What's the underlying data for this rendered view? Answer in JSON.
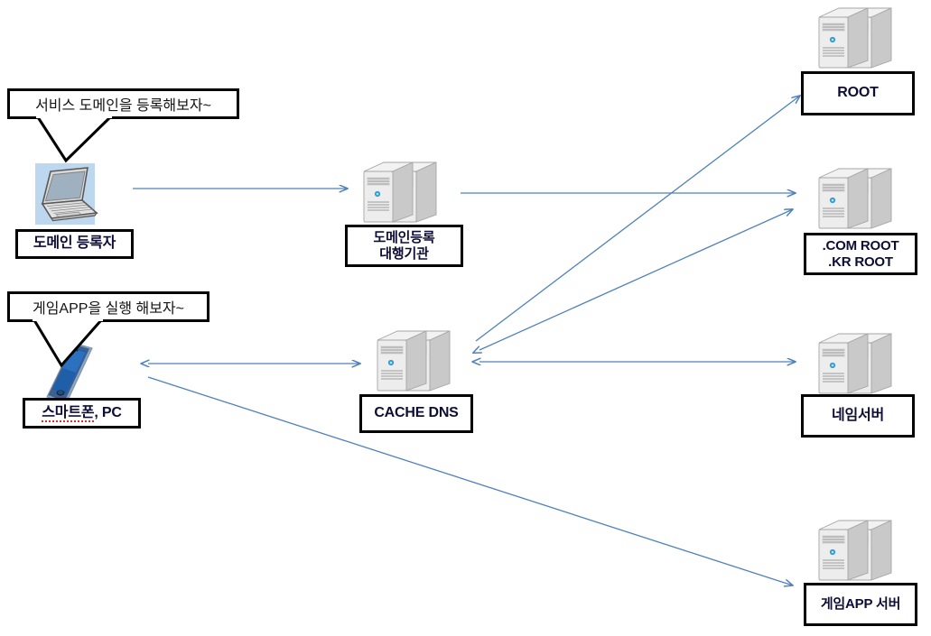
{
  "diagram": {
    "title": "DNS domain registration and resolution flow",
    "colors": {
      "arrow": "#4f81bd",
      "box_border": "#000000",
      "label_text": "#0d0d35",
      "callout_text": "#141414",
      "laptop_bg": "#bdd7ee",
      "server_body": "#e8e8e8",
      "server_led": "#2e9bd6",
      "phone_screen": "#1f5fa9",
      "spellcheck_underline": "#e03020"
    },
    "callouts": [
      {
        "id": "callout-domain-registrant",
        "text": "서비스 도메인을 등록해보자~",
        "points_to": "domain-registrant"
      },
      {
        "id": "callout-game-app",
        "text": "게임APP을 실행 해보자~",
        "points_to": "smartphone-pc"
      }
    ],
    "nodes": [
      {
        "id": "domain-registrant",
        "icon": "laptop-icon",
        "lines": [
          "도메인 등록자"
        ],
        "font_size": 16
      },
      {
        "id": "smartphone-pc",
        "icon": "smartphone-icon",
        "lines": [
          "스마트폰, PC"
        ],
        "spellcheck_part": "스마트폰",
        "font_size": 16
      },
      {
        "id": "domain-registrar",
        "icon": "server-icon",
        "lines": [
          "도메인등록",
          "대행기관"
        ],
        "font_size": 15
      },
      {
        "id": "cache-dns",
        "icon": "server-icon",
        "lines": [
          "CACHE DNS"
        ],
        "font_size": 16
      },
      {
        "id": "root",
        "icon": "server-icon",
        "lines": [
          "ROOT"
        ],
        "font_size": 16
      },
      {
        "id": "com-kr-root",
        "icon": "server-icon",
        "lines": [
          ".COM ROOT",
          ".KR ROOT"
        ],
        "font_size": 15
      },
      {
        "id": "name-server",
        "icon": "server-icon",
        "lines": [
          "네임서버"
        ],
        "font_size": 16
      },
      {
        "id": "game-app-server",
        "icon": "server-icon",
        "lines": [
          "게임APP 서버"
        ],
        "font_size": 15
      }
    ],
    "connections": [
      {
        "id": "edge-registrant-to-registrar",
        "from": "domain-registrant",
        "to": "domain-registrar",
        "style": "single-arrow"
      },
      {
        "id": "edge-registrar-to-comkrroot",
        "from": "domain-registrar",
        "to": "com-kr-root",
        "style": "single-arrow"
      },
      {
        "id": "edge-phone-to-cachedns",
        "from": "smartphone-pc",
        "to": "cache-dns",
        "style": "double-arrow"
      },
      {
        "id": "edge-cachedns-to-nameserver",
        "from": "cache-dns",
        "to": "name-server",
        "style": "double-arrow"
      },
      {
        "id": "edge-cachedns-to-root",
        "from": "cache-dns",
        "to": "root",
        "style": "single-arrow"
      },
      {
        "id": "edge-comkrroot-to-cachedns",
        "from": "com-kr-root",
        "to": "cache-dns",
        "style": "single-arrow"
      },
      {
        "id": "edge-phone-to-gameappserver",
        "from": "smartphone-pc",
        "to": "game-app-server",
        "style": "single-arrow"
      }
    ]
  }
}
